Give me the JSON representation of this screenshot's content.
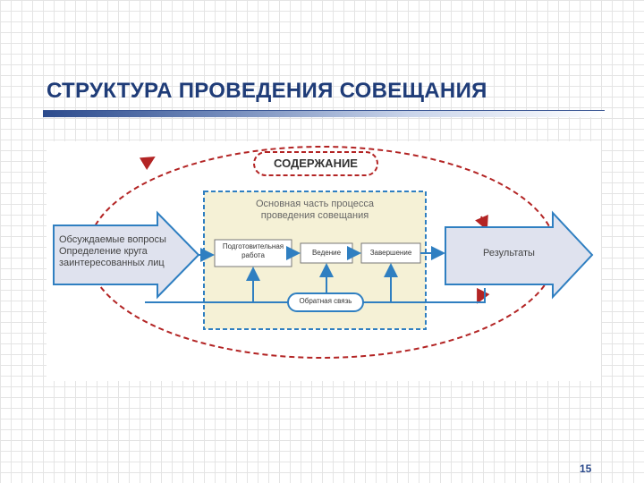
{
  "slide": {
    "title": "СТРУКТУРА ПРОВЕДЕНИЯ СОВЕЩАНИЯ",
    "page_number": "15"
  },
  "diagram": {
    "content_label": "СОДЕРЖАНИЕ",
    "inputs_lines": [
      "Обсуждаемые вопросы",
      "Определение круга",
      "заинтересованных лиц"
    ],
    "core_title_lines": [
      "Основная часть процесса",
      "проведения совещания"
    ],
    "stages": [
      {
        "lines": [
          "Подготовительная",
          "работа"
        ]
      },
      {
        "lines": [
          "Ведение"
        ]
      },
      {
        "lines": [
          "Завершение"
        ]
      }
    ],
    "feedback_label": "Обратная связь",
    "results_label": "Результаты"
  },
  "colors": {
    "title": "#1f3c78",
    "accent_blue": "#2f7fc1",
    "dashed_red": "#b32424",
    "core_box_fill": "#f5f1d6",
    "results_fill": "#dfe2ee"
  }
}
